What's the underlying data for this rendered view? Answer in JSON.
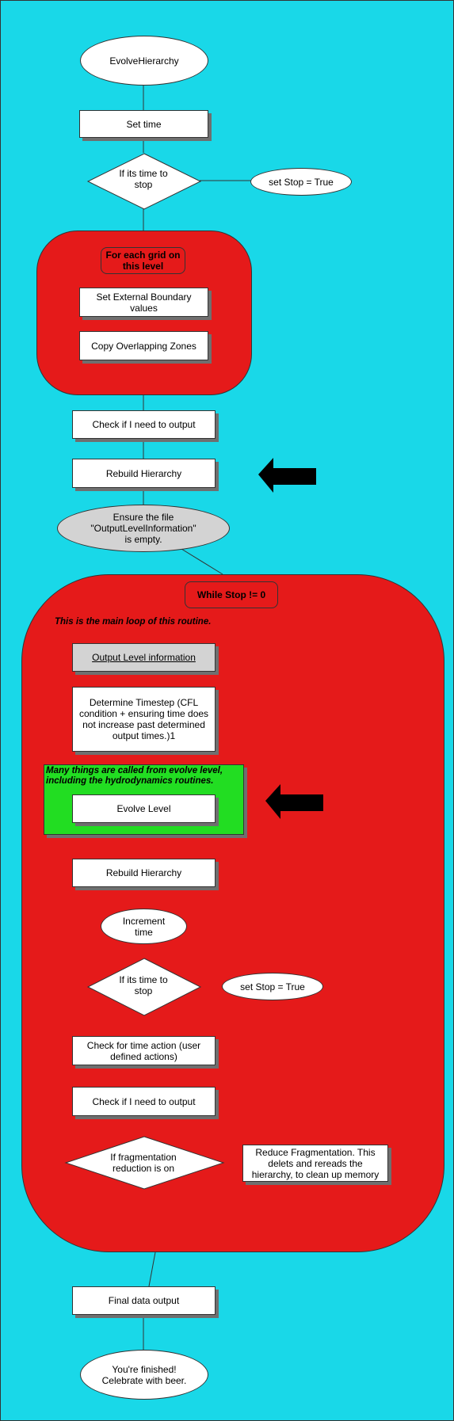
{
  "nodes": {
    "start": "EvolveHierarchy",
    "set_time": "Set time",
    "decision1": [
      "If its time to",
      "stop"
    ],
    "set_stop1": "set Stop = True",
    "grid_loop_label": [
      "For each grid on",
      "this level"
    ],
    "set_external_boundary": [
      "Set External Boundary",
      "values"
    ],
    "copy_overlapping": "Copy Overlapping Zones",
    "check_output1": "Check if I need to output",
    "rebuild1": "Rebuild Hierarchy",
    "ensure_file": [
      "Ensure the file",
      "\"OutputLevelInformation\"",
      "is empty."
    ],
    "while_label": "While Stop != 0",
    "main_loop_note": "This is the main loop of this routine.",
    "output_level_info": "Output Level information",
    "determine_timestep": [
      "Determine Timestep (CFL",
      "condition + ensuring time does",
      "not increase past determined",
      "output times.)1"
    ],
    "evolve_note": [
      "Many things are called from evolve level,",
      "including the hydrodynamics routines."
    ],
    "evolve_level": "Evolve Level",
    "rebuild2": "Rebuild Hierarchy",
    "increment_time": [
      "Increment",
      "time"
    ],
    "decision2": [
      "If its time to",
      "stop"
    ],
    "set_stop2": "set Stop = True",
    "check_time_action": [
      "Check for time action (user",
      "defined actions)"
    ],
    "check_output2": "Check if I need to output",
    "decision3": [
      "If fragmentation",
      "reduction is on"
    ],
    "reduce_fragmentation": [
      "Reduce Fragmentation.  This",
      "delets and rereads the",
      "hierarchy, to clean up memory"
    ],
    "final_output": "Final data output",
    "finished": [
      "You're finished!",
      "Celebrate with beer."
    ]
  },
  "colors": {
    "background": "#19d8e8",
    "loop_region": "#e51a1a",
    "evolve_region": "#22dd22",
    "ensure_oval": "#d3d3d3",
    "arrow": "#000000"
  },
  "icons": [
    "arrow-left-icon",
    "arrow-left-icon"
  ]
}
